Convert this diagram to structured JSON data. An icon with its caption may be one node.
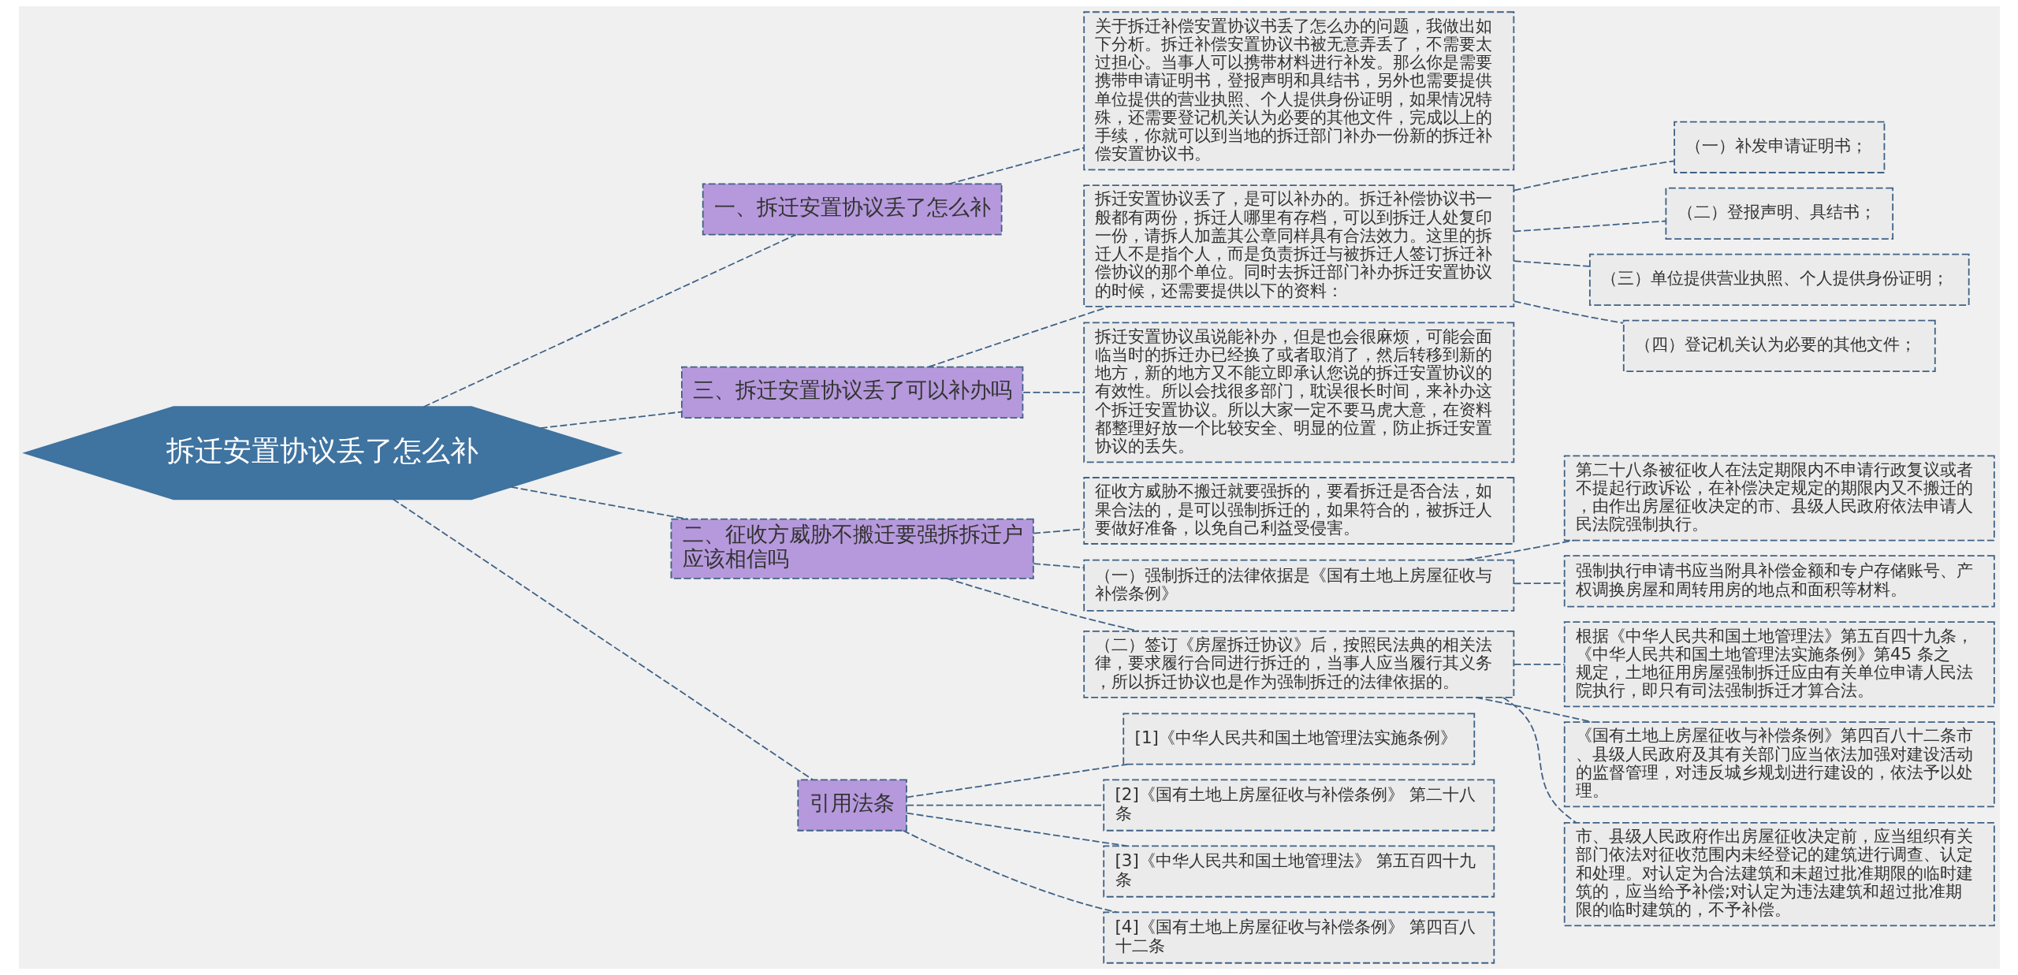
{
  "diagram": {
    "nodes": [
      {
        "text": [
          "拆迁安置协议丢了怎么补"
        ]
      },
      {
        "text": [
          "一、拆迁安置协议丢了怎么补"
        ]
      },
      {
        "text": [
          "关于拆迁补偿安置协议书丢了怎么办的问题，我做出如下分析。拆迁补偿安置协议书被无意弄丢了，不需要太过担心。当事人可以携带材料进行补发。那么你是需要携带申请证明书，登报声明和具结书，另外也需要提供单位提供的营业执照、个人提供身份证明，如果情况特殊，还需要登记机关认为必要的其他文件，完成以上的手续，你就可以到当地的拆迁部门补办一份新的拆迁补偿安置协议书。"
        ]
      },
      {
        "text": [
          "三、拆迁安置协议丢了可以补办吗"
        ]
      },
      {
        "text": [
          "拆迁安置协议丢了，是可以补办的。拆迁补偿协议书一般都有两份，拆迁人哪里有存档，可以到拆迁人处复印一份，请拆人加盖其公章同样具有合法效力。这里的拆迁人不是指个人，而是负责拆迁与被拆迁人签订拆迁补偿协议的那个单位。同时去拆迁部门补办拆迁安置协议的时候，还需要提供以下的资料："
        ]
      },
      {
        "text": [
          "（一）补发申请证明书；"
        ]
      },
      {
        "text": [
          "（二）登报声明、具结书；"
        ]
      },
      {
        "text": [
          "（三）单位提供营业执照、个人提供身份证明；"
        ]
      },
      {
        "text": [
          "（四）登记机关认为必要的其他文件；"
        ]
      },
      {
        "text": [
          "拆迁安置协议虽说能补办，但是也会很麻烦，可能会面临当时的拆迁办已经换了或者取消了，然后转移到新的地方，新的地方又不能立即承认您说的拆迁安置协议的有效性。所以会找很多部门，耽误很长时间，来补办这个拆迁安置协议。所以大家一定不要马虎大意，在资料都整理好放一个比较安全、明显的位置，防止拆迁安置协议的丢失。"
        ]
      },
      {
        "text": [
          "二、征收方威胁不搬迁要强拆拆迁户应该相信吗"
        ]
      },
      {
        "text": [
          "征收方威胁不搬迁就要强拆的，要看拆迁是否合法，如果合法的，是可以强制拆迁的，如果符合的，被拆迁人要做好准备，以免自己利益受侵害。"
        ]
      },
      {
        "text": [
          "（一）强制拆迁的法律依据是《国有土地上房屋征收与补偿条例》"
        ]
      },
      {
        "text": [
          "第二十八条被征收人在法定期限内不申请行政复议或者不提起行政诉讼，在补偿决定规定的期限内又不搬迁的，由作出房屋征收决定的市、县级人民政府依法申请人民法院强制执行。"
        ]
      },
      {
        "text": [
          "强制执行申请书应当附具补偿金额和专户存储账号、产权调换房屋和周转用房的地点和面积等材料。"
        ]
      },
      {
        "text": [
          "（二）签订《房屋拆迁协议》后，按照民法典的相关法律，要求履行合同进行拆迁的，当事人应当履行其义务，所以拆迁协议也是作为强制拆迁的法律依据的。"
        ]
      },
      {
        "text": [
          "根据《中华人民共和国土地管理法》第五百四十九条，《中华人民共和国土地管理法实施条例》第45 条之规定，土地征用房屋强制拆迁应由有关单位申请人民法院执行，即只有司法强制拆迁才算合法。"
        ]
      },
      {
        "text": [
          "《国有土地上房屋征收与补偿条例》第四百八十二条市、县级人民政府及其有关部门应当依法加强对建设活动的监督管理，对违反城乡规划进行建设的，依法予以处理。"
        ]
      },
      {
        "text": [
          "市、县级人民政府作出房屋征收决定前，应当组织有关部门依法对征收范围内未经登记的建筑进行调查、认定和处理。对认定为合法建筑和未超过批准期限的临时建筑的，应当给予补偿;对认定为违法建筑和超过批准期限的临时建筑的，不予补偿。"
        ]
      },
      {
        "text": [
          "引用法条"
        ]
      },
      {
        "text": [
          "[1]《中华人民共和国土地管理法实施条例》"
        ]
      },
      {
        "text": [
          "[2]《国有土地上房屋征收与补偿条例》 第二十八条"
        ]
      },
      {
        "text": [
          "[3]《中华人民共和国土地管理法》 第五百四十九条"
        ]
      },
      {
        "text": [
          "[4]《国有土地上房屋征收与补偿条例》 第四百八十二条"
        ]
      }
    ],
    "edges": [
      {
        "from": 0,
        "to": 1,
        "arrow": "none",
        "style": "dashed"
      },
      {
        "from": 1,
        "to": 2,
        "arrow": "none",
        "style": "dashed"
      },
      {
        "from": 0,
        "to": 3,
        "arrow": "none",
        "style": "dashed"
      },
      {
        "from": 3,
        "to": 4,
        "arrow": "none",
        "style": "dashed"
      },
      {
        "from": 4,
        "to": 5,
        "arrow": "none",
        "style": "dashed"
      },
      {
        "from": 4,
        "to": 6,
        "arrow": "none",
        "style": "dashed"
      },
      {
        "from": 4,
        "to": 7,
        "arrow": "none",
        "style": "dashed"
      },
      {
        "from": 4,
        "to": 8,
        "arrow": "none",
        "style": "dashed"
      },
      {
        "from": 3,
        "to": 9,
        "arrow": "none",
        "style": "dashed"
      },
      {
        "from": 0,
        "to": 10,
        "arrow": "none",
        "style": "dashed"
      },
      {
        "from": 10,
        "to": 11,
        "arrow": "none",
        "style": "dashed"
      },
      {
        "from": 10,
        "to": 12,
        "arrow": "none",
        "style": "dashed"
      },
      {
        "from": 12,
        "to": 13,
        "arrow": "none",
        "style": "dashed"
      },
      {
        "from": 12,
        "to": 14,
        "arrow": "none",
        "style": "dashed"
      },
      {
        "from": 10,
        "to": 15,
        "arrow": "none",
        "style": "dashed"
      },
      {
        "from": 15,
        "to": 16,
        "arrow": "none",
        "style": "dashed"
      },
      {
        "from": 15,
        "to": 17,
        "arrow": "none",
        "style": "dashed"
      },
      {
        "from": 15,
        "to": 18,
        "arrow": "none",
        "style": "dashed"
      },
      {
        "from": 0,
        "to": 19,
        "arrow": "none",
        "style": "dashed"
      },
      {
        "from": 19,
        "to": 20,
        "arrow": "none",
        "style": "dashed"
      },
      {
        "from": 19,
        "to": 21,
        "arrow": "none",
        "style": "dashed"
      },
      {
        "from": 19,
        "to": 22,
        "arrow": "none",
        "style": "dashed"
      },
      {
        "from": 19,
        "to": 23,
        "arrow": "none",
        "style": "dashed"
      }
    ]
  }
}
